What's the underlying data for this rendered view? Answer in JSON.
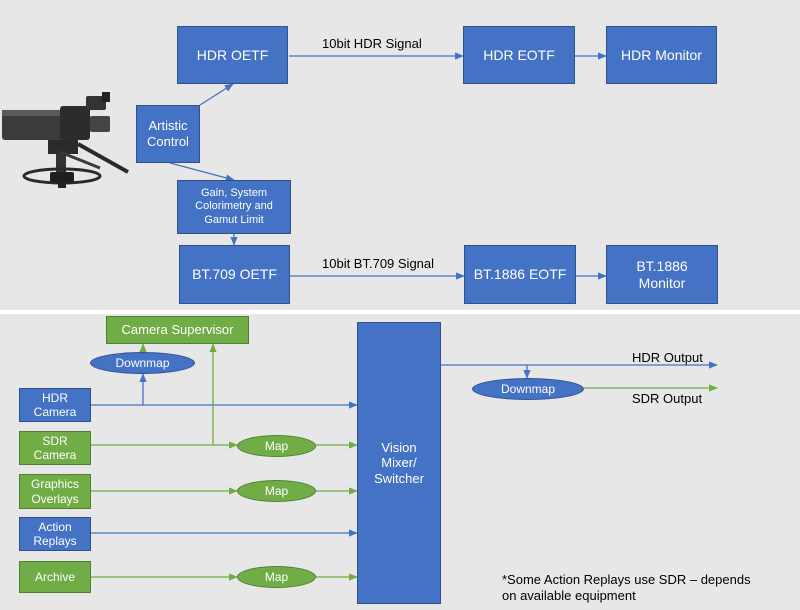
{
  "top": {
    "hdr_oetf": "HDR OETF",
    "hdr_eotf": "HDR EOTF",
    "hdr_monitor": "HDR Monitor",
    "artistic_control": "Artistic\nControl",
    "gain_box": "Gain, System\nColorimetry and\nGamut Limit",
    "bt709_oetf": "BT.709 OETF",
    "bt1886_eotf": "BT.1886 EOTF",
    "bt1886_monitor": "BT.1886\nMonitor",
    "hdr_signal": "10bit HDR Signal",
    "bt709_signal": "10bit BT.709 Signal"
  },
  "bottom": {
    "camera_supervisor": "Camera Supervisor",
    "downmap_left": "Downmap",
    "downmap_right": "Downmap",
    "hdr_camera": "HDR\nCamera",
    "sdr_camera": "SDR\nCamera",
    "graphics_overlays": "Graphics\nOverlays",
    "action_replays": "Action\nReplays",
    "archive": "Archive",
    "map_1": "Map",
    "map_2": "Map",
    "map_3": "Map",
    "vision_mixer": "Vision\nMixer/\nSwitcher",
    "hdr_output": "HDR Output",
    "sdr_output": "SDR Output",
    "footnote": "*Some Action Replays use SDR – depends\n  on available equipment"
  },
  "colors": {
    "blue": "#4472c4",
    "green": "#70ad47",
    "background": "#e7e7e7"
  },
  "icons": {
    "camera": "broadcast-camera-icon"
  }
}
